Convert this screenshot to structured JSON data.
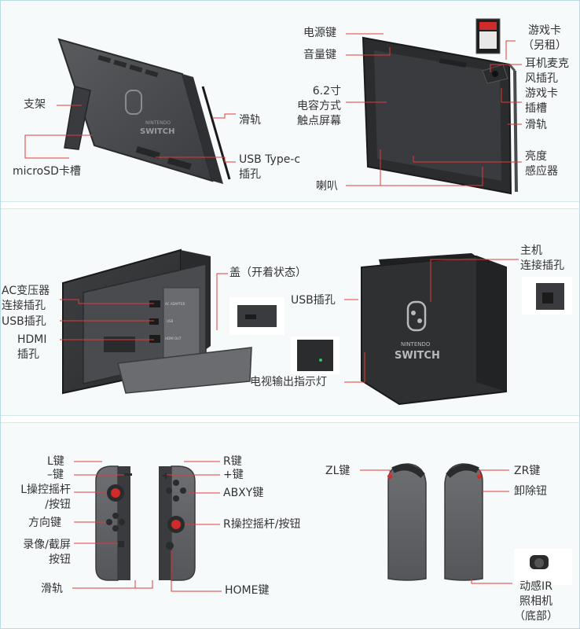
{
  "colors": {
    "leader": "#e23a3a",
    "body": "#48494b",
    "face": "#2b2c2e",
    "screen": "#333437",
    "light": "#6a6b6e",
    "accent_red": "#d02a2a"
  },
  "labels": {
    "stand": "支架",
    "microsd": "microSD卡槽",
    "rail_top1": "滑轨",
    "usbc": "USB Type-c\n插孔",
    "power": "电源键",
    "volume": "音量键",
    "screen": "6.2寸\n电容方式\n触点屏幕",
    "speaker": "喇叭",
    "gamecard": "游戏卡\n（另租）",
    "headphone": "耳机麦克\n风插孔",
    "cardslot": "游戏卡\n插槽",
    "rail_top2": "滑轨",
    "brightness": "亮度\n感应器",
    "ac": "AC变压器\n连接插孔",
    "usb_dock_in": "USB插孔",
    "hdmi": "HDMI\n插孔",
    "cover": "盖（开着状态）",
    "usb_dock_side": "USB插孔",
    "main_port": "主机\n连接插孔",
    "tv_led": "电视输出指示灯",
    "l_btn": "L键",
    "minus": "–键",
    "l_stick": "L操控摇杆\n/按钮",
    "dpad": "方向键",
    "capture": "录像/截屏\n按钮",
    "rail_jc": "滑轨",
    "r_btn": "R键",
    "plus": "+键",
    "abxy": "ABXY键",
    "r_stick": "R操控摇杆/按钮",
    "home": "HOME键",
    "zl": "ZL键",
    "zr": "ZR键",
    "release": "卸除钮",
    "ir": "动感IR\n照相机\n（底部）"
  },
  "logo": {
    "line1": "NINTENDO",
    "line2": "SWITCH"
  },
  "dock_ports": {
    "ac": "AC ADAPTER",
    "usb": "USB",
    "hdmi": "HDMI OUT"
  }
}
